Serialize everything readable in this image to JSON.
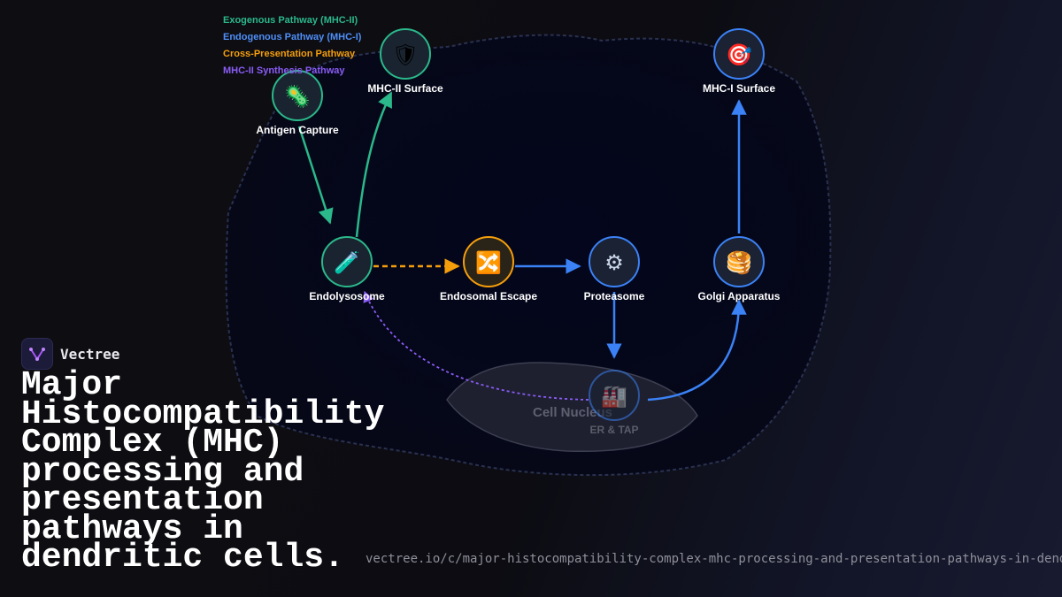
{
  "legend": {
    "items": [
      {
        "label": "Exogenous Pathway (MHC-II)",
        "color": "#2bb88a"
      },
      {
        "label": "Endogenous Pathway (MHC-I)",
        "color": "#3b82f6"
      },
      {
        "label": "Cross-Presentation Pathway",
        "color": "#f59e0b"
      },
      {
        "label": "MHC-II Synthesis Pathway",
        "color": "#8b5cf6"
      }
    ]
  },
  "nodes": {
    "antigen_capture": {
      "label": "Antigen Capture",
      "icon": "microbe-icon",
      "glyph": "🦠",
      "color": "#2bb88a"
    },
    "mhc2_surface": {
      "label": "MHC-II Surface",
      "icon": "shield-icon",
      "glyph": "🛡",
      "color": "#2bb88a"
    },
    "mhc1_surface": {
      "label": "MHC-I Surface",
      "icon": "target-icon",
      "glyph": "🎯",
      "color": "#3b82f6"
    },
    "endolysosome": {
      "label": "Endolysosome",
      "icon": "test-tube-icon",
      "glyph": "🧪",
      "color": "#2bb88a"
    },
    "endosomal_escape": {
      "label": "Endosomal Escape",
      "icon": "shuffle-icon",
      "glyph": "🔀",
      "color": "#f59e0b"
    },
    "proteasome": {
      "label": "Proteasome",
      "icon": "gear-icon",
      "glyph": "⚙",
      "color": "#3b82f6"
    },
    "golgi": {
      "label": "Golgi Apparatus",
      "icon": "pancakes-icon",
      "glyph": "🥞",
      "color": "#3b82f6"
    },
    "er_tap": {
      "label": "ER & TAP",
      "icon": "factory-icon",
      "glyph": "🏭",
      "color": "#3b82f6"
    }
  },
  "nucleus_label": "Cell Nucleus",
  "brand": {
    "name": "Vectree"
  },
  "title": "Major Histocompatibility Complex (MHC) processing and presentation pathways in dendritic cells.",
  "url": "vectree.io/c/major-histocompatibility-complex-mhc-processing-and-presentation-pathways-in-dendritic-cells"
}
